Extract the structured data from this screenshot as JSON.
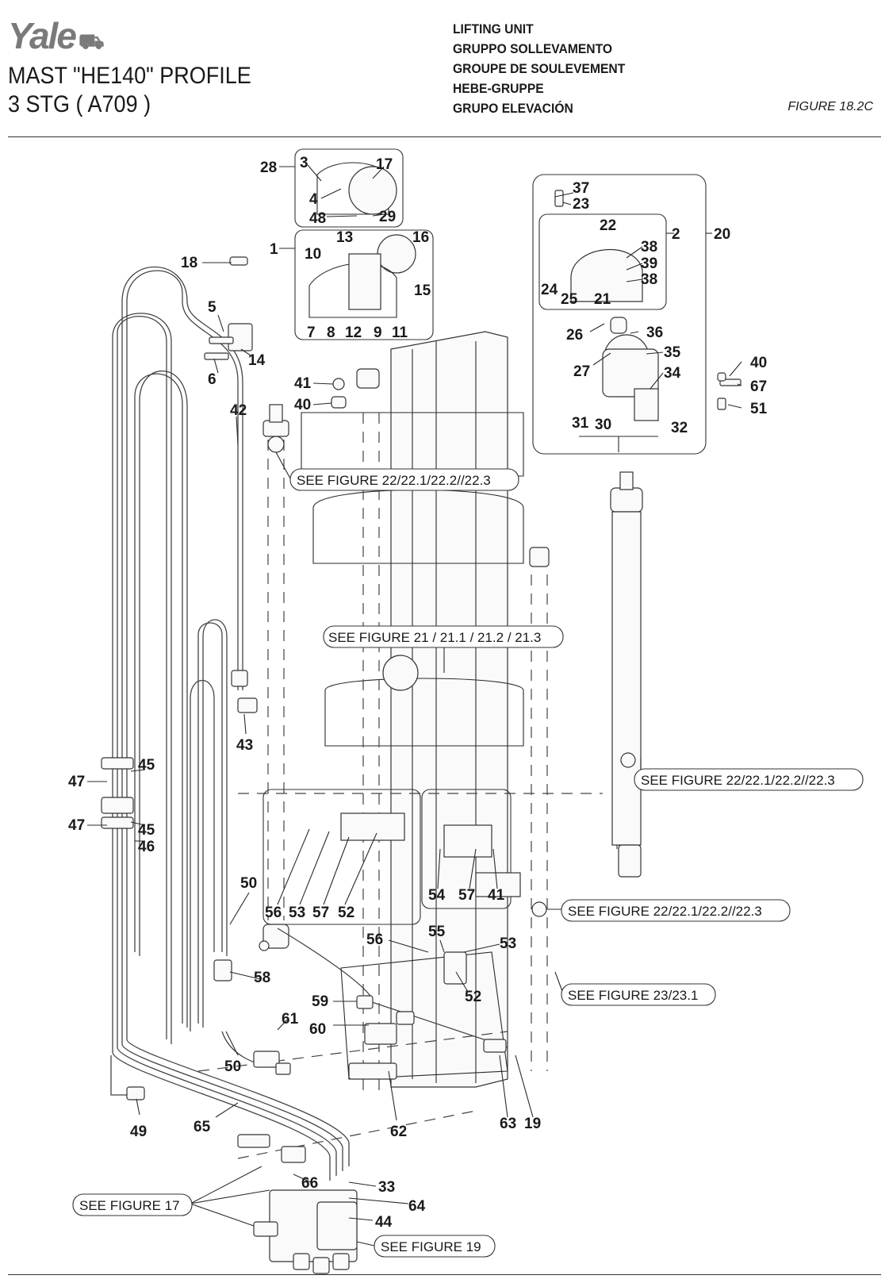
{
  "header": {
    "brand": "Yale",
    "model_line1": "MAST \"HE140\" PROFILE",
    "model_line2": "3 STG ( A709 )",
    "titles": [
      "LIFTING  UNIT",
      "GRUPPO SOLLEVAMENTO",
      "GROUPE DE SOULEVEMENT",
      "HEBE-GRUPPE",
      "GRUPO ELEVACIÓN"
    ],
    "figure": "FIGURE 18.2C"
  },
  "references": [
    {
      "text": "SEE FIGURE 22/22.1/22.2//22.3"
    },
    {
      "text": "SEE FIGURE 21 / 21.1 / 21.2 / 21.3"
    },
    {
      "text": "SEE FIGURE 22/22.1/22.2//22.3"
    },
    {
      "text": "SEE FIGURE 22/22.1/22.2//22.3"
    },
    {
      "text": "SEE FIGURE 23/23.1"
    },
    {
      "text": "SEE FIGURE 17"
    },
    {
      "text": "SEE FIGURE 19"
    }
  ],
  "callouts": [
    {
      "label": "28"
    },
    {
      "label": "3"
    },
    {
      "label": "17"
    },
    {
      "label": "4"
    },
    {
      "label": "48"
    },
    {
      "label": "29"
    },
    {
      "label": "1"
    },
    {
      "label": "13"
    },
    {
      "label": "16"
    },
    {
      "label": "10"
    },
    {
      "label": "15"
    },
    {
      "label": "7"
    },
    {
      "label": "8"
    },
    {
      "label": "12"
    },
    {
      "label": "9"
    },
    {
      "label": "11"
    },
    {
      "label": "18"
    },
    {
      "label": "5"
    },
    {
      "label": "14"
    },
    {
      "label": "6"
    },
    {
      "label": "41"
    },
    {
      "label": "40"
    },
    {
      "label": "42"
    },
    {
      "label": "37"
    },
    {
      "label": "23"
    },
    {
      "label": "22"
    },
    {
      "label": "2"
    },
    {
      "label": "20"
    },
    {
      "label": "38"
    },
    {
      "label": "39"
    },
    {
      "label": "38"
    },
    {
      "label": "24"
    },
    {
      "label": "25"
    },
    {
      "label": "21"
    },
    {
      "label": "26"
    },
    {
      "label": "36"
    },
    {
      "label": "35"
    },
    {
      "label": "27"
    },
    {
      "label": "34"
    },
    {
      "label": "40"
    },
    {
      "label": "67"
    },
    {
      "label": "51"
    },
    {
      "label": "31"
    },
    {
      "label": "30"
    },
    {
      "label": "32"
    },
    {
      "label": "43"
    },
    {
      "label": "47"
    },
    {
      "label": "45"
    },
    {
      "label": "47"
    },
    {
      "label": "45"
    },
    {
      "label": "46"
    },
    {
      "label": "50"
    },
    {
      "label": "56"
    },
    {
      "label": "53"
    },
    {
      "label": "57"
    },
    {
      "label": "52"
    },
    {
      "label": "54"
    },
    {
      "label": "57"
    },
    {
      "label": "41"
    },
    {
      "label": "56"
    },
    {
      "label": "55"
    },
    {
      "label": "53"
    },
    {
      "label": "52"
    },
    {
      "label": "58"
    },
    {
      "label": "59"
    },
    {
      "label": "61"
    },
    {
      "label": "60"
    },
    {
      "label": "50"
    },
    {
      "label": "62"
    },
    {
      "label": "63"
    },
    {
      "label": "19"
    },
    {
      "label": "49"
    },
    {
      "label": "65"
    },
    {
      "label": "66"
    },
    {
      "label": "33"
    },
    {
      "label": "64"
    },
    {
      "label": "44"
    }
  ]
}
